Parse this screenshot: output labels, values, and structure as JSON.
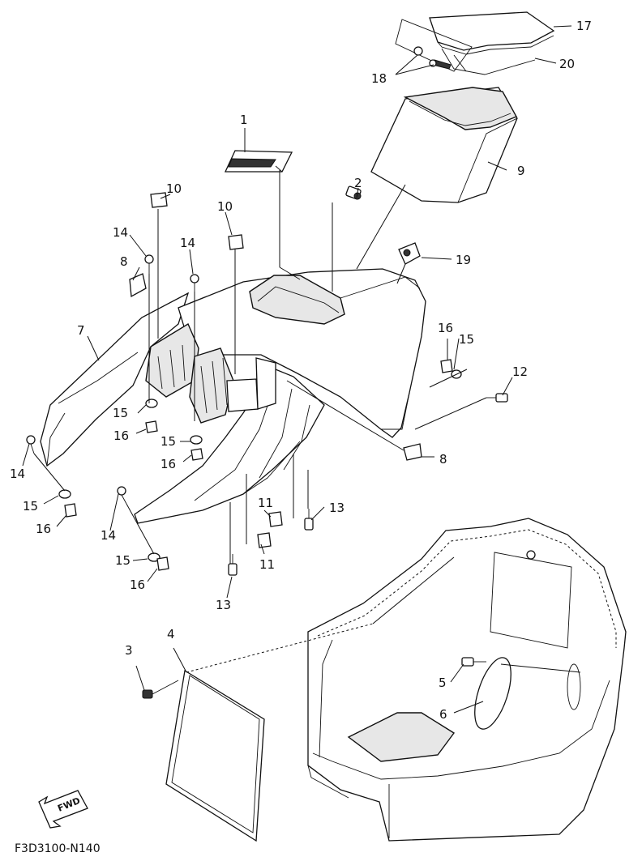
{
  "diagram": {
    "code": "F3D3100-N140",
    "fwd_label": "FWD",
    "callouts": {
      "c1": "1",
      "c2": "2",
      "c3": "3",
      "c4": "4",
      "c5": "5",
      "c6": "6",
      "c7": "7",
      "c8a": "8",
      "c8b": "8",
      "c9": "9",
      "c10a": "10",
      "c10b": "10",
      "c11a": "11",
      "c11b": "11",
      "c12": "12",
      "c13a": "13",
      "c13b": "13",
      "c14a": "14",
      "c14b": "14",
      "c14c": "14",
      "c14d": "14",
      "c15a": "15",
      "c15b": "15",
      "c15c": "15",
      "c15d": "15",
      "c15e": "15",
      "c16a": "16",
      "c16b": "16",
      "c16c": "16",
      "c16d": "16",
      "c16e": "16",
      "c17": "17",
      "c18": "18",
      "c19": "19",
      "c20": "20"
    }
  }
}
